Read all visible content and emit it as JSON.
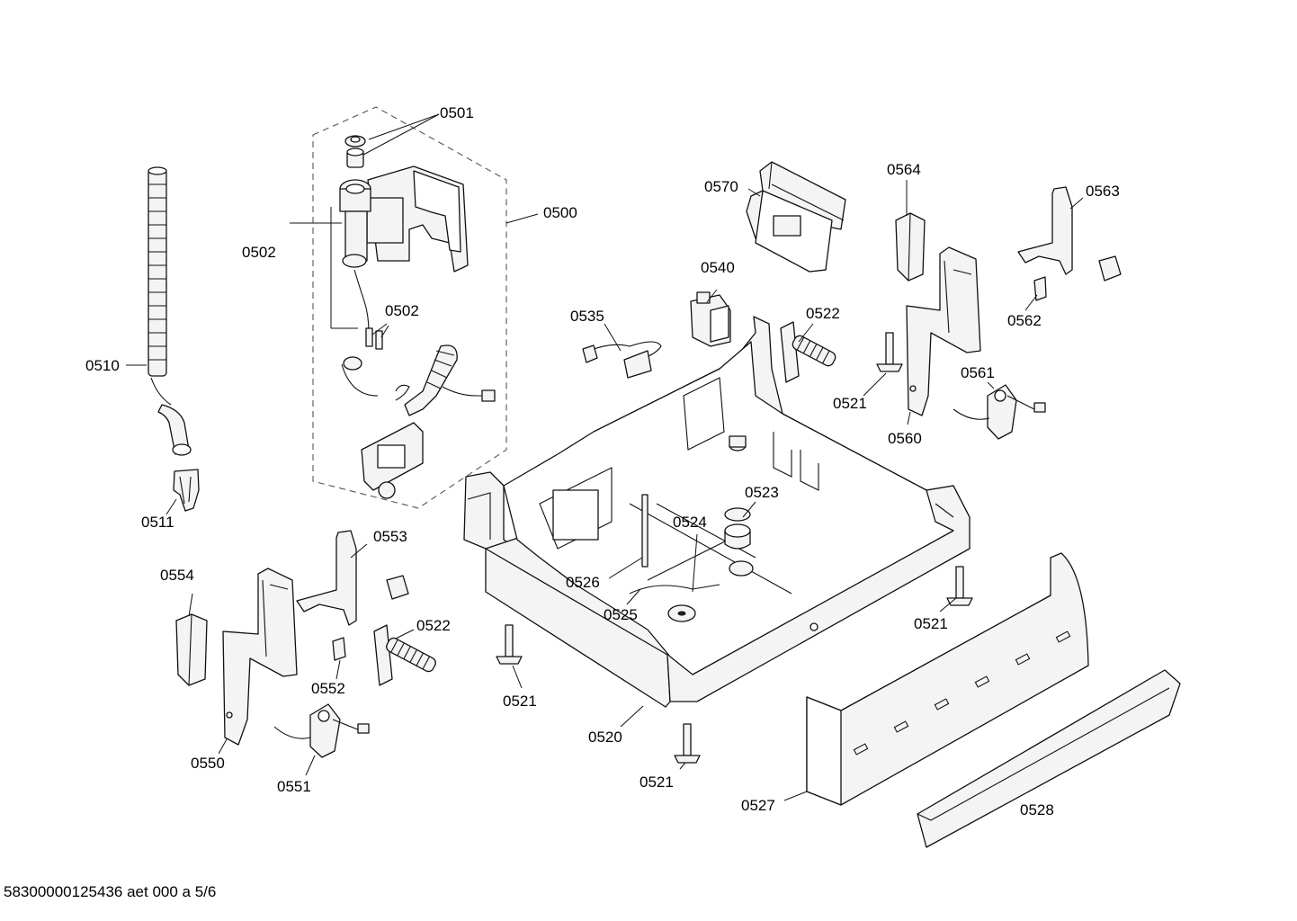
{
  "footer": "58300000125436 aet 000 a 5/6",
  "labels": {
    "p0500": "0500",
    "p0501": "0501",
    "p0502a": "0502",
    "p0502b": "0502",
    "p0510": "0510",
    "p0511": "0511",
    "p0520": "0520",
    "p0521a": "0521",
    "p0521b": "0521",
    "p0521c": "0521",
    "p0521d": "0521",
    "p0522a": "0522",
    "p0522b": "0522",
    "p0523": "0523",
    "p0524": "0524",
    "p0525": "0525",
    "p0526": "0526",
    "p0527": "0527",
    "p0528": "0528",
    "p0535": "0535",
    "p0540": "0540",
    "p0550": "0550",
    "p0551": "0551",
    "p0552": "0552",
    "p0553": "0553",
    "p0554": "0554",
    "p0560": "0560",
    "p0561": "0561",
    "p0562": "0562",
    "p0563": "0563",
    "p0564": "0564",
    "p0570": "0570"
  }
}
